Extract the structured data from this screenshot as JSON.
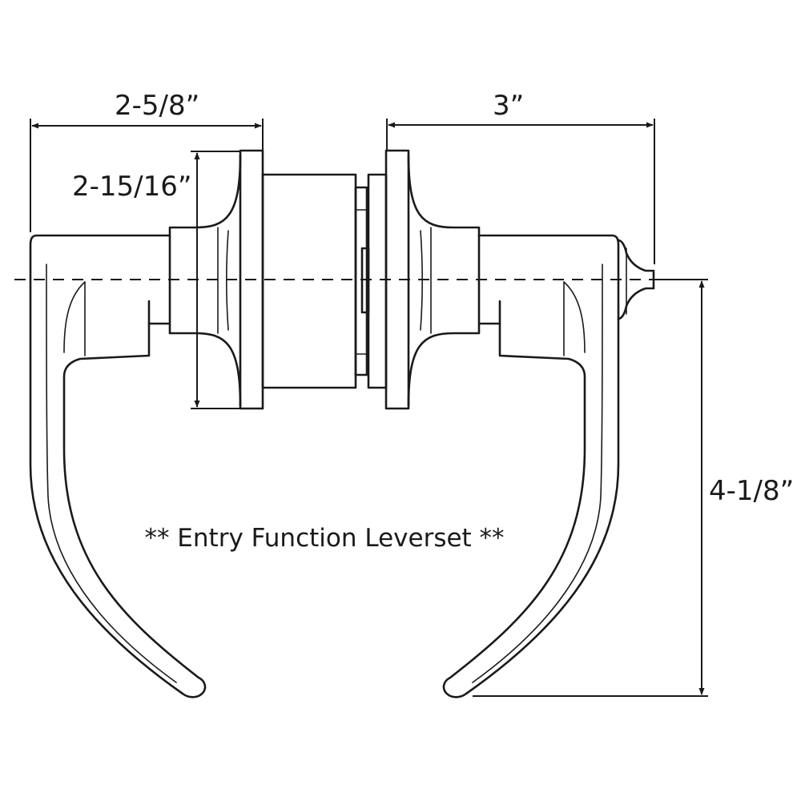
{
  "dimensions": {
    "left_width": "2-5/8”",
    "right_width": "3”",
    "rose_diameter": "2-15/16”",
    "lever_drop": "4-1/8”"
  },
  "caption": "** Entry Function Leverset **"
}
